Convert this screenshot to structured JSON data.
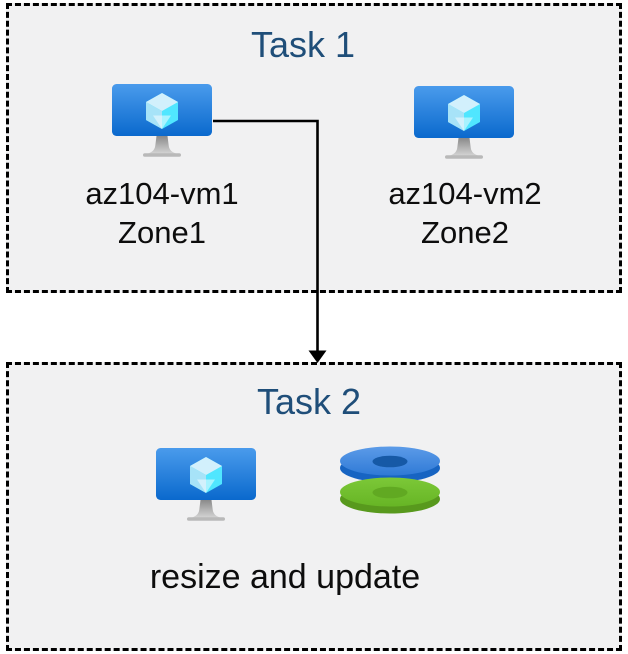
{
  "diagram": {
    "task1": {
      "title": "Task 1",
      "vms": [
        {
          "name": "az104-vm1",
          "zone": "Zone1",
          "icon": "azure-virtual-machine-icon"
        },
        {
          "name": "az104-vm2",
          "zone": "Zone2",
          "icon": "azure-virtual-machine-icon"
        }
      ]
    },
    "task2": {
      "title": "Task 2",
      "caption": "resize and update",
      "icons": [
        "azure-virtual-machine-icon",
        "azure-managed-disks-icon"
      ]
    },
    "connector": {
      "type": "elbow-arrow",
      "from": "az104-vm1",
      "to": "task2-box",
      "color": "#000000"
    },
    "colors": {
      "box_fill": "#f1f1f2",
      "box_border": "#000000",
      "title_text": "#1f4e79",
      "label_text": "#0d0d0d",
      "vm_screen_top": "#4697eb",
      "vm_screen_bottom": "#0b6bcb",
      "vm_cube": "#50e6ff",
      "vm_cube_top": "#d2f0fc",
      "vm_cube_left": "#a7e3f8",
      "disk_blue_top": "#3d87de",
      "disk_blue_side": "#1764c2",
      "disk_blue_hole": "#1659a6",
      "disk_green_top": "#70bf2b",
      "disk_green_side": "#58991d",
      "disk_green_hole": "#61a922"
    }
  }
}
